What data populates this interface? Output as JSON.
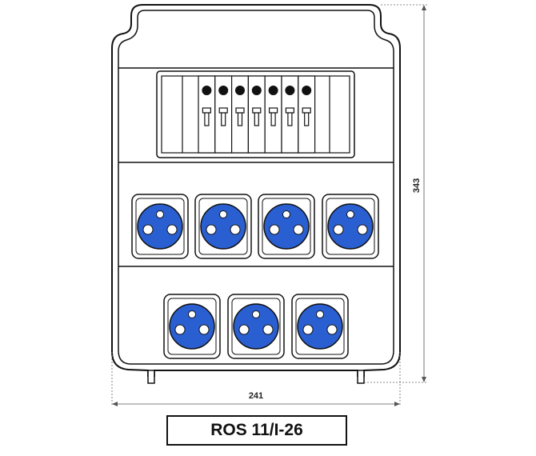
{
  "dimensions": {
    "width": "241",
    "height": "343"
  },
  "model_label": "ROS 11/I-26",
  "breakers": {
    "count": 7
  },
  "sockets": {
    "top_row": 4,
    "bottom_row": 3
  },
  "colors": {
    "socket_blue": "#2a5fd1",
    "outline": "#111111",
    "dimension_line": "#666666"
  }
}
